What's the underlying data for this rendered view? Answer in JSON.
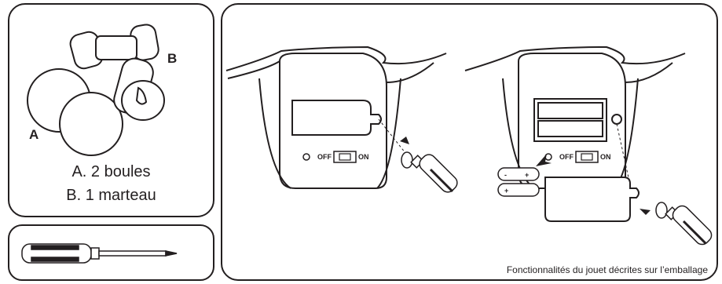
{
  "parts": {
    "label_a": "A",
    "label_b": "B",
    "list_a": "A. 2 boules",
    "list_b": "B. 1 marteau"
  },
  "switch": {
    "off_label": "OFF",
    "on_label": "ON"
  },
  "battery": {
    "plus": "+",
    "minus": "-"
  },
  "caption": "Fonctionnalités du jouet décrites sur l’emballage",
  "icons": [
    "ball-icon",
    "hammer-icon",
    "screwdriver-icon",
    "battery-icon",
    "rotate-arrow-icon",
    "screw-icon"
  ],
  "colors": {
    "line": "#231f20",
    "background": "#ffffff"
  }
}
